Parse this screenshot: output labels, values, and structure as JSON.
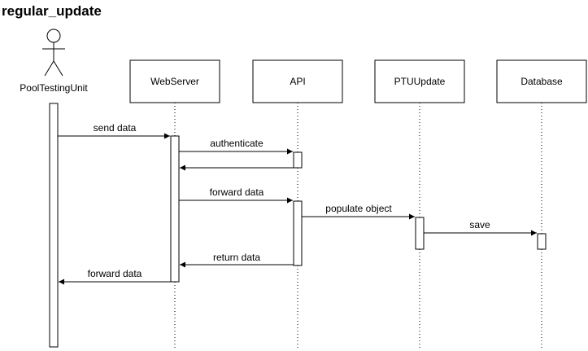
{
  "diagram": {
    "title": "regular_update",
    "actor": {
      "label": "PoolTestingUnit"
    },
    "participants": [
      {
        "id": "webserver",
        "label": "WebServer"
      },
      {
        "id": "api",
        "label": "API"
      },
      {
        "id": "ptuupdate",
        "label": "PTUUpdate"
      },
      {
        "id": "database",
        "label": "Database"
      }
    ],
    "messages": [
      {
        "id": "send-data",
        "label": "send data",
        "from": "actor",
        "to": "webserver"
      },
      {
        "id": "authenticate",
        "label": "authenticate",
        "from": "webserver",
        "to": "api"
      },
      {
        "id": "authenticate-return",
        "label": "",
        "from": "api",
        "to": "webserver"
      },
      {
        "id": "forward-data-api",
        "label": "forward data",
        "from": "webserver",
        "to": "api"
      },
      {
        "id": "populate-object",
        "label": "populate object",
        "from": "api",
        "to": "ptuupdate"
      },
      {
        "id": "save",
        "label": "save",
        "from": "ptuupdate",
        "to": "database"
      },
      {
        "id": "return-data",
        "label": "return data",
        "from": "api",
        "to": "webserver"
      },
      {
        "id": "forward-data-actor",
        "label": "forward data",
        "from": "webserver",
        "to": "actor"
      }
    ]
  }
}
